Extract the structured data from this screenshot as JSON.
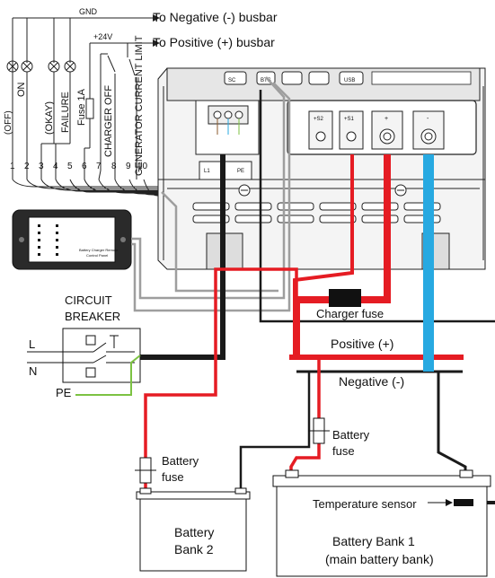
{
  "busbar": {
    "gnd": "GND",
    "to_negative": "To Negative (-) busbar",
    "plus24": "+24V",
    "to_positive": "To Positive (+) busbar"
  },
  "relay_labels": {
    "off": "(OFF)",
    "on": "ON",
    "okay": "(OKAY)",
    "failure": "FAILURE",
    "fuse": "Fuse 1A",
    "charger_off": "CHARGER OFF",
    "gen_limit": "GENERATOR CURRENT LIMIT"
  },
  "terminals": [
    "1",
    "2",
    "3",
    "4",
    "5",
    "6",
    "7",
    "8",
    "9",
    "10"
  ],
  "charger": {
    "port_sc": "SC",
    "port_bts": "BTS",
    "port_usb": "USB",
    "bat_labels": [
      "+S2",
      "+S1",
      "+",
      "-"
    ],
    "ac_l": "L1",
    "ac_pe": "PE"
  },
  "remote_panel": {
    "caption_lines": [
      "Battery Charger Remote",
      "Control Panel"
    ]
  },
  "circuit_breaker": {
    "title_line1": "CIRCUIT",
    "title_line2": "BREAKER",
    "l": "L",
    "n": "N",
    "pe": "PE"
  },
  "fuses": {
    "charger": "Charger fuse",
    "battery_left_line1": "Battery",
    "battery_left_line2": "fuse",
    "battery_right_line1": "Battery",
    "battery_right_line2": "fuse"
  },
  "busbars": {
    "positive": "Positive (+)",
    "negative": "Negative (-)"
  },
  "batteries": {
    "bank2_line1": "Battery",
    "bank2_line2": "Bank 2",
    "bank1_line1": "Battery Bank 1",
    "bank1_line2": "(main battery bank)",
    "temp_sensor": "Temperature sensor"
  },
  "colors": {
    "positive_cable": "#e51c23",
    "negative_cable": "#1a1a1a",
    "blue_cable": "#27a9e1",
    "grey_cable": "#9e9e9e",
    "pe_wire": "#7cc242"
  }
}
